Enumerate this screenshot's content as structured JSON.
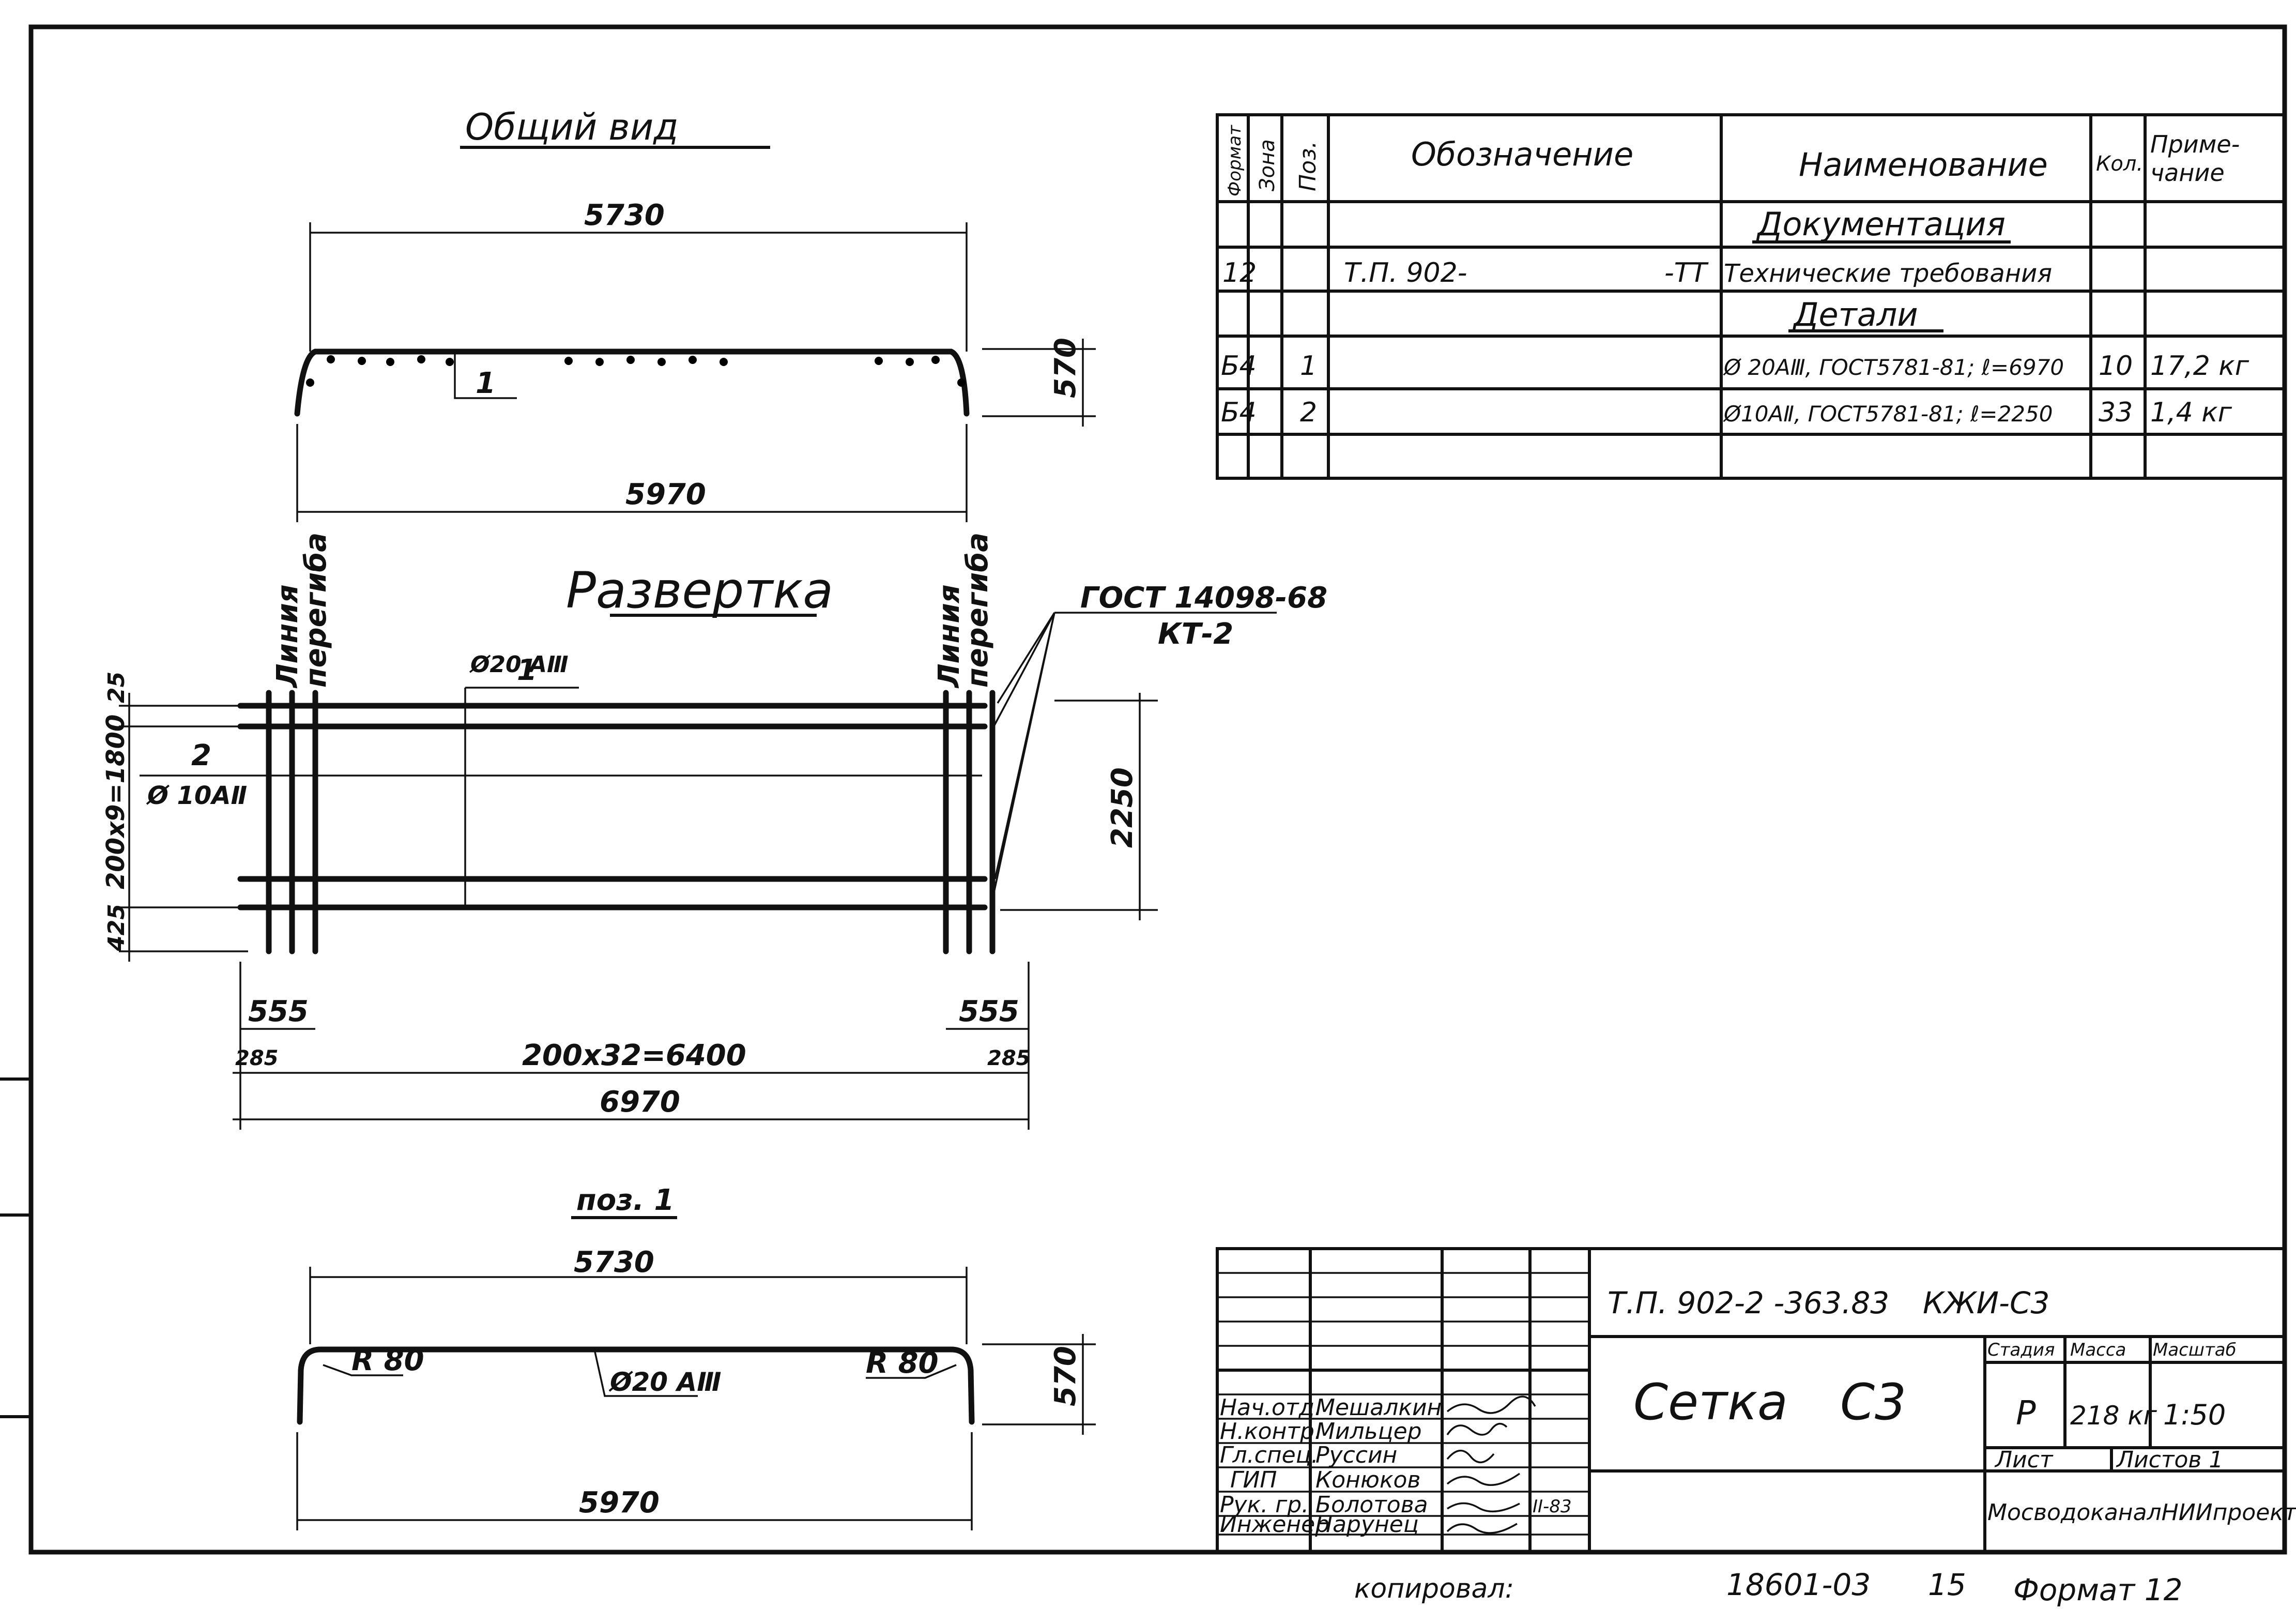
{
  "views": {
    "general_title": "Общий вид",
    "general_top_dim": "5730",
    "general_bottom_dim": "5970",
    "general_height_dim": "570",
    "general_mark": "1",
    "razv_title": "Развертка",
    "razv_left_line_1": "Линия",
    "razv_left_line_2": "перегиба",
    "razv_right_line_1": "Линия",
    "razv_right_line_2": "перегиба",
    "gost_note": "ГОСТ 14098-68",
    "gost_note_2": "КТ-2",
    "razv_pos1_num": "1",
    "razv_pos1_spec": "Ø20 AⅢ",
    "razv_pos2_num": "2",
    "razv_pos2_spec": "Ø 10AⅡ",
    "dim_25": "25",
    "dim_spacing_v": "200x9=1800",
    "dim_425": "425",
    "dim_2250": "2250",
    "dim_555_l": "555",
    "dim_555_r": "555",
    "dim_285_l": "285",
    "dim_285_r": "285",
    "dim_spacing_h": "200x32=6400",
    "dim_6970": "6970",
    "pos1_title": "поз. 1",
    "pos1_top_dim": "5730",
    "pos1_bottom_dim": "5970",
    "pos1_height_dim": "570",
    "pos1_r_left": "R 80",
    "pos1_r_right": "R 80",
    "pos1_spec": "Ø20 AⅢ"
  },
  "spec_table": {
    "headers": [
      "Формат",
      "Зона",
      "Поз.",
      "Обозначение",
      "Наименование",
      "Кол.",
      "Приме-",
      "чание"
    ],
    "section_docs": "Документация",
    "row1": {
      "format": "12",
      "designation_1": "Т.П. 902-",
      "designation_2": "-ТТ",
      "name": "Технические требования"
    },
    "section_parts": "Детали",
    "row2": {
      "format": "Б4",
      "pos": "1",
      "name": "Ø 20AⅢ, ГОСТ5781-81; ℓ=6970",
      "qty": "10",
      "note": "17,2 кг"
    },
    "row3": {
      "format": "Б4",
      "pos": "2",
      "name": "Ø10AⅡ, ГОСТ5781-81; ℓ=2250",
      "qty": "33",
      "note": "1,4 кг"
    }
  },
  "stamp": {
    "doc_code": "Т.П. 902-2 -363.83",
    "doc_suffix": "КЖИ-С3",
    "item_name": "Сетка",
    "item_code": "С3",
    "stage_label": "Стадия",
    "mass_label": "Масса",
    "scale_label": "Масштаб",
    "stage": "Р",
    "mass": "218 кг",
    "scale": "1:50",
    "sheet_label": "Лист",
    "sheets_label": "Листов 1",
    "org": "МосводоканалНИИпроект",
    "people": [
      {
        "role": "Нач.отд.",
        "name": "Мешалкин"
      },
      {
        "role": "Н.контр.",
        "name": "Мильцер"
      },
      {
        "role": "Гл.спец.",
        "name": "Руссин"
      },
      {
        "role": "ГИП",
        "name": "Конюков"
      },
      {
        "role": "Рук. гр.",
        "name": "Болотова"
      },
      {
        "role": "Инженер",
        "name": "Нарунец"
      }
    ],
    "date_note": "II-83"
  },
  "footer": {
    "copied": "копировал:",
    "number": "18601-03",
    "page": "15",
    "format": "Формат 12"
  }
}
